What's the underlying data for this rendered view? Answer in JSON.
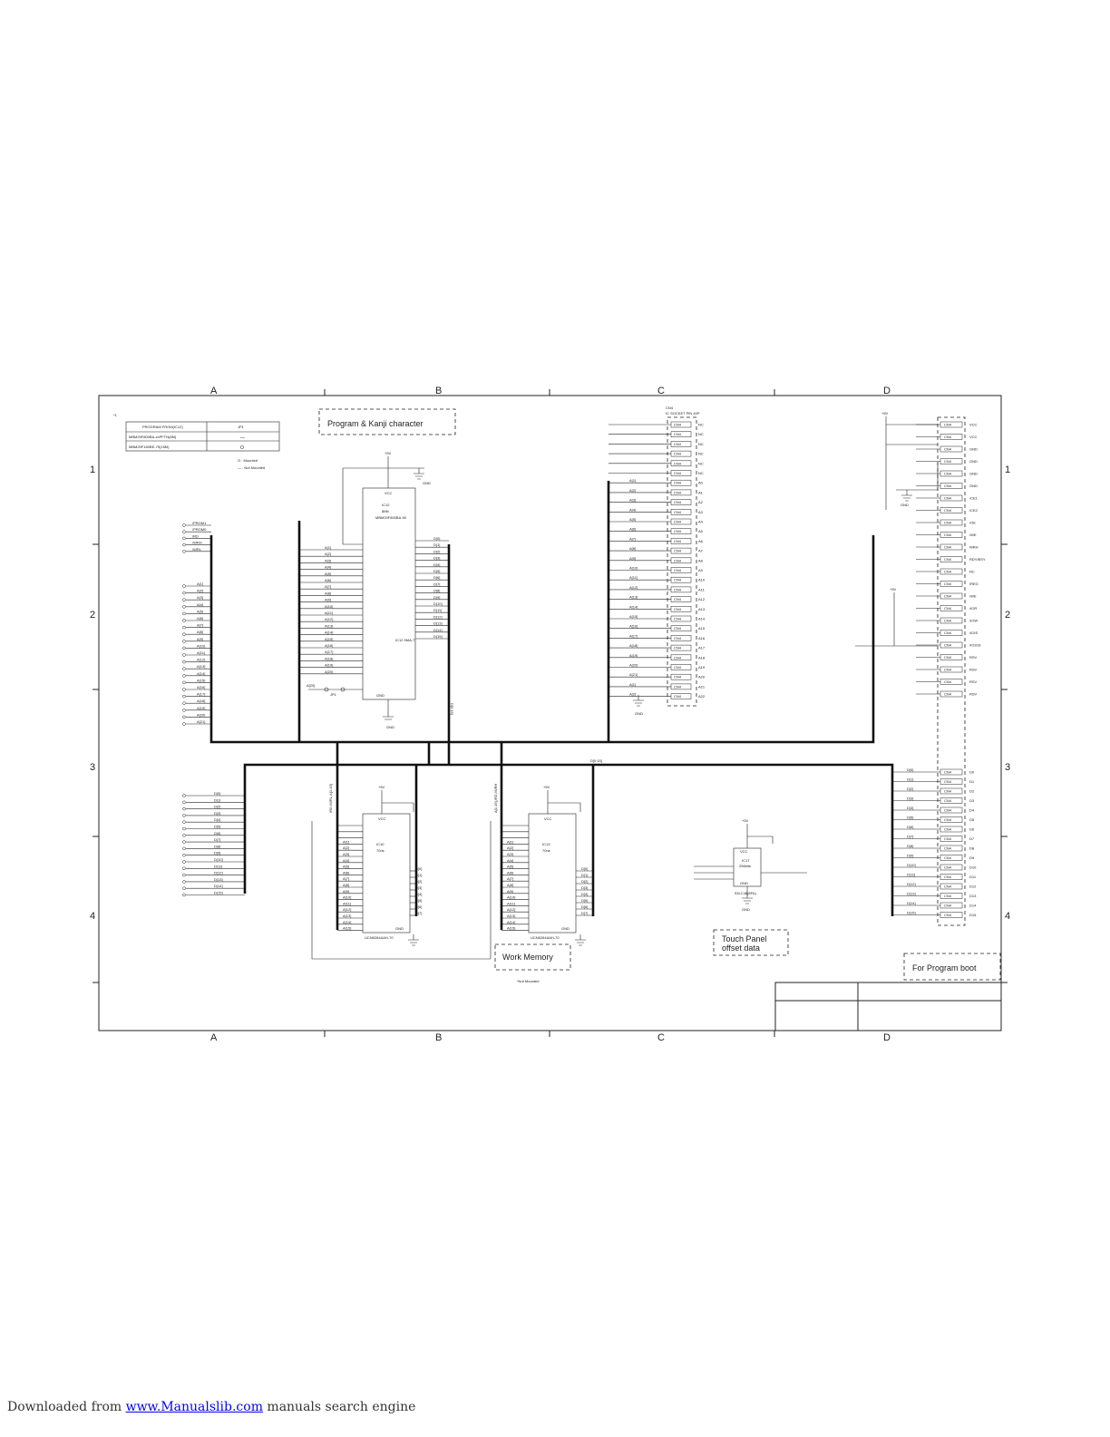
{
  "zones": {
    "columns": [
      "A",
      "B",
      "C",
      "D"
    ],
    "rows": [
      "1",
      "2",
      "3",
      "4"
    ]
  },
  "note_mark": "*1",
  "table": {
    "header": [
      "PROGRAM FROM(IC12)",
      "JP1"
    ],
    "rows": [
      [
        "MBM29F800BA-xxPFTN(8M)",
        "—"
      ],
      [
        "MBM29F160BE-75(16M)",
        "O"
      ]
    ]
  },
  "legend": {
    "mounted": "O : Mounted",
    "not_mounted": "— : Not Mounted"
  },
  "boxes": {
    "program_kanji": "Program & Kanji character",
    "work_memory": "Work Memory",
    "touch_panel": [
      "Touch Panel",
      "offset data"
    ],
    "program_boot": "For Program boot"
  },
  "ics": {
    "ic12": {
      "name": "IC12",
      "size": "8Mb",
      "part": "MBM29F800BA-90",
      "part2": "IC12 9MA-7",
      "vcc": "VCC",
      "gnd": "GND"
    },
    "ic10": {
      "name": "IC10",
      "speed": "70ns",
      "part": "UCN6264AAH-70",
      "vcc": "VCC",
      "gnd": "GND"
    },
    "ic13": {
      "name": "IC13",
      "speed": "70ns",
      "part": "UCN6264AAH-70",
      "vcc": "VCC",
      "gnd": "GND"
    },
    "ic17": {
      "name": "IC17",
      "size": "256bits",
      "part": "93LC46(8FA)",
      "vcc": "VCC",
      "gnd": "GND"
    }
  },
  "connector": {
    "name": "CN4",
    "part": "IC SOCKET PIN 40P"
  },
  "bus_labels": [
    "D[0:15]",
    "D[0:15]",
    "A[1:20]",
    "A[1:20]",
    "/RD./WRL.A[1:16]",
    "A[1:16],/RD,/WRH"
  ],
  "power": [
    "+5V",
    "+5V",
    "+5V",
    "+5V",
    "+5V",
    "+5V",
    "+5V"
  ],
  "gnd_label": "GND",
  "jumper": {
    "name": "JP1",
    "net": "A[20]"
  },
  "mounted_note": "*Not Mounted",
  "left_addr_nets": [
    "A[1]",
    "A[2]",
    "A[3]",
    "A[4]",
    "A[5]",
    "A[6]",
    "A[7]",
    "A[8]",
    "A[9]",
    "A[10]",
    "A[11]",
    "A[12]",
    "A[13]",
    "A[14]",
    "A[15]",
    "A[16]",
    "A[17]",
    "A[18]",
    "A[19]",
    "A[20]",
    "A[21]"
  ],
  "left_ctrl_nets": [
    "/PROM1",
    "/PROM0",
    "/RD",
    "/WRH",
    "/WRL"
  ],
  "left_data_nets": [
    "D[0]",
    "D[1]",
    "D[2]",
    "D[3]",
    "D[4]",
    "D[5]",
    "D[6]",
    "D[7]",
    "D[8]",
    "D[9]",
    "D[10]",
    "D[11]",
    "D[12]",
    "D[13]",
    "D[14]",
    "D[15]"
  ],
  "right_signals": [
    "VCC",
    "VCC",
    "GND",
    "GND",
    "GND",
    "GND",
    "/CE1",
    "/CE2",
    "/OE",
    "/WE",
    "WRH",
    "RDY/BSY",
    "NC",
    "/REG",
    "/WE",
    "/IOR",
    "/IOW",
    "/IOIS",
    "/IOS16",
    "RSV",
    "RSV",
    "RSV",
    "RSV"
  ],
  "right_data": [
    "D0",
    "D1",
    "D2",
    "D3",
    "D4",
    "D5",
    "D6",
    "D7",
    "D8",
    "D9",
    "D10",
    "D11",
    "D12",
    "D13",
    "D14",
    "D15"
  ],
  "conn_c_pins": [
    "NC",
    "NC",
    "NC",
    "NC",
    "NC",
    "NC",
    "A0",
    "A1",
    "A2",
    "A3",
    "A4",
    "A5",
    "A6",
    "A7",
    "A8",
    "A9",
    "A10",
    "A11",
    "A12",
    "A13",
    "A14",
    "A15",
    "A16",
    "A17",
    "A18",
    "A19",
    "A20",
    "A21",
    "A22"
  ],
  "conn_label": "CN4",
  "footer": {
    "prefix": "Downloaded from ",
    "link": "www.Manualslib.com",
    "suffix": " manuals search engine"
  }
}
